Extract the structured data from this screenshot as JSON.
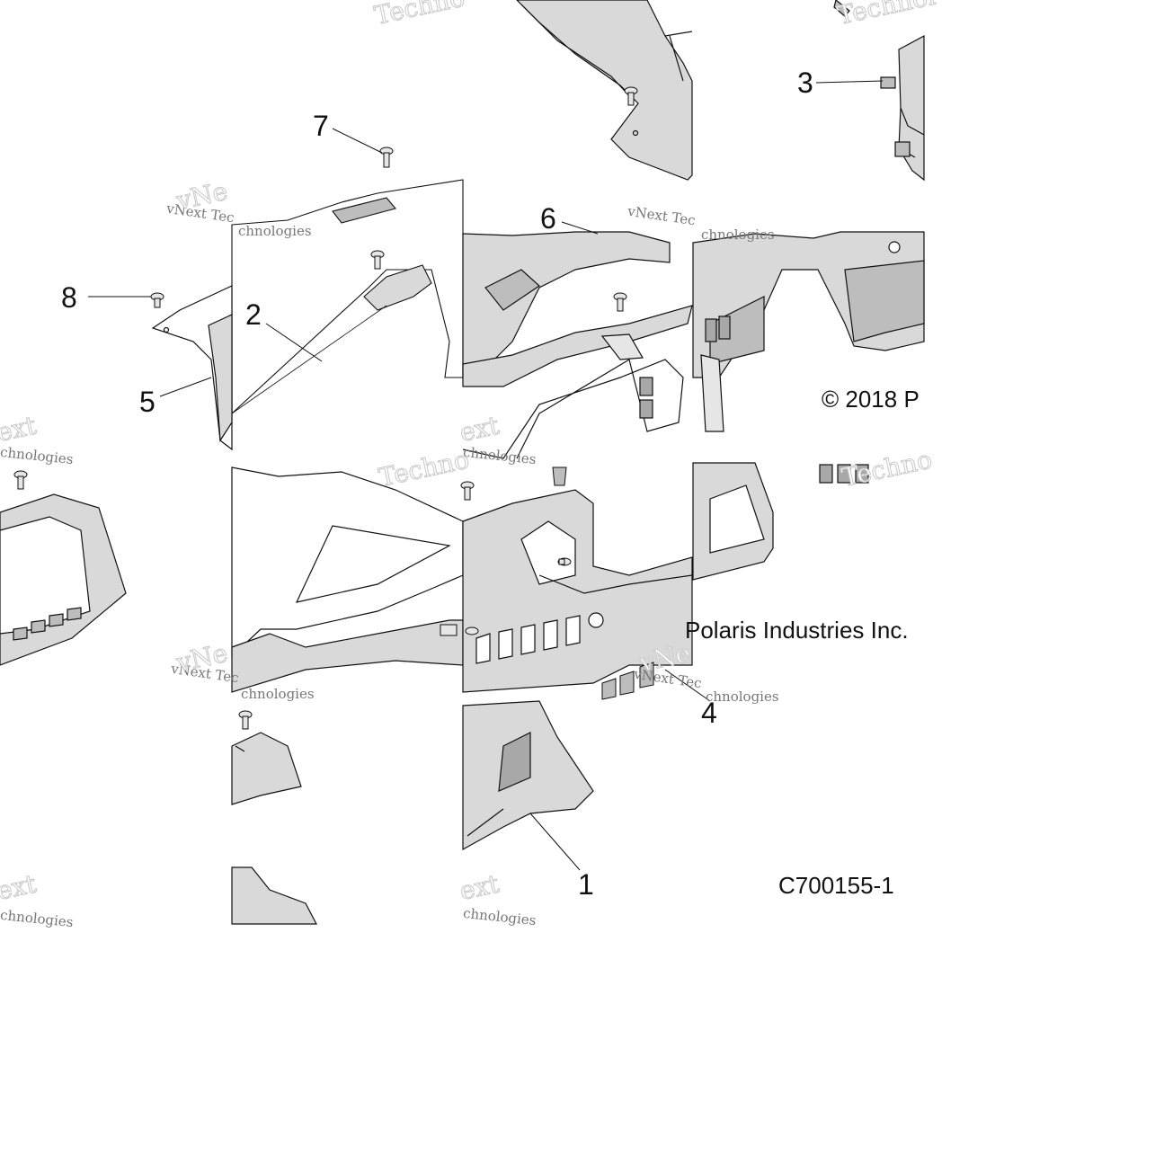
{
  "diagram": {
    "callouts": [
      {
        "id": "1",
        "label": "1"
      },
      {
        "id": "2",
        "label": "2"
      },
      {
        "id": "3",
        "label": "3"
      },
      {
        "id": "4",
        "label": "4"
      },
      {
        "id": "5",
        "label": "5"
      },
      {
        "id": "6",
        "label": "6"
      },
      {
        "id": "7",
        "label": "7"
      },
      {
        "id": "8",
        "label": "8"
      }
    ],
    "copyright_fragment_a": "© 2018 P",
    "copyright_fragment_b": "Polaris Industries Inc.",
    "figure_code": "C700155-1",
    "watermarks": {
      "vnext": "vNext Tec",
      "technologies": "chnologies",
      "next": "ext",
      "techno": "Techno",
      "technol": "Technol",
      "vne": "vNe"
    }
  },
  "colors": {
    "line": "#111111",
    "fill_light": "#d9d9d9",
    "fill_mid": "#bdbdbd",
    "fill_dark": "#a8a8a8",
    "watermark": "#c9c9c9"
  }
}
